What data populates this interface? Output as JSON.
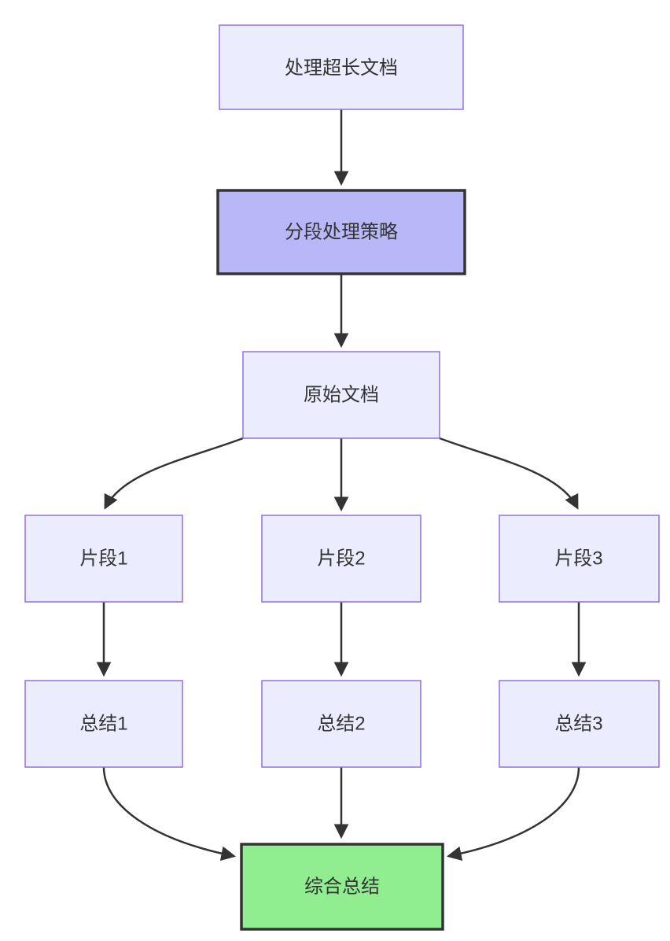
{
  "diagram": {
    "type": "flowchart",
    "direction": "top-down",
    "nodes": [
      {
        "id": "A",
        "label": "处理超长文档",
        "style": "default"
      },
      {
        "id": "B",
        "label": "分段处理策略",
        "style": "highlight-purple"
      },
      {
        "id": "C",
        "label": "原始文档",
        "style": "default"
      },
      {
        "id": "F1",
        "label": "片段1",
        "style": "default"
      },
      {
        "id": "F2",
        "label": "片段2",
        "style": "default"
      },
      {
        "id": "F3",
        "label": "片段3",
        "style": "default"
      },
      {
        "id": "S1",
        "label": "总结1",
        "style": "default"
      },
      {
        "id": "S2",
        "label": "总结2",
        "style": "default"
      },
      {
        "id": "S3",
        "label": "总结3",
        "style": "default"
      },
      {
        "id": "G",
        "label": "综合总结",
        "style": "highlight-green"
      }
    ],
    "edges": [
      {
        "from": "处理超长文档",
        "to": "分段处理策略"
      },
      {
        "from": "分段处理策略",
        "to": "原始文档"
      },
      {
        "from": "原始文档",
        "to": "片段1"
      },
      {
        "from": "原始文档",
        "to": "片段2"
      },
      {
        "from": "原始文档",
        "to": "片段3"
      },
      {
        "from": "片段1",
        "to": "总结1"
      },
      {
        "from": "片段2",
        "to": "总结2"
      },
      {
        "from": "片段3",
        "to": "总结3"
      },
      {
        "from": "总结1",
        "to": "综合总结"
      },
      {
        "from": "总结2",
        "to": "综合总结"
      },
      {
        "from": "总结3",
        "to": "综合总结"
      }
    ],
    "colors": {
      "node_fill": "#ECECFF",
      "node_border": "#9370DB",
      "highlight_purple_fill": "#b8b8f8",
      "highlight_green_fill": "#90EE90",
      "emphasis_border": "#333333",
      "edge_color": "#333333",
      "text_color": "#333333",
      "background": "#ffffff"
    }
  }
}
